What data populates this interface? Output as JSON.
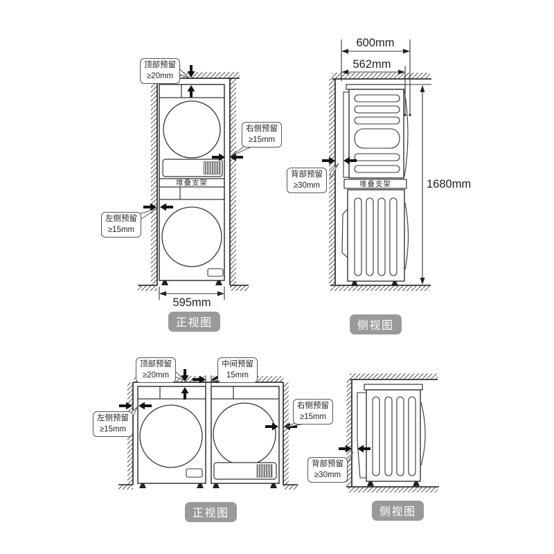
{
  "colors": {
    "line": "#333333",
    "arrow": "#111111",
    "callout_border": "#555555",
    "badge_bg": "#9a9a9b",
    "badge_text": "#ffffff"
  },
  "stacked_front": {
    "badge": "正视图",
    "bracket_label": "堆叠支架",
    "width_dim": "595mm",
    "callout_top": {
      "label": "顶部预留",
      "value": "≥20mm"
    },
    "callout_right": {
      "label": "右侧预留",
      "value": "≥15mm"
    },
    "callout_left": {
      "label": "左侧预留",
      "value": "≥15mm"
    }
  },
  "stacked_side": {
    "badge": "侧视图",
    "bracket_label": "堆叠支架",
    "depth_outer_dim": "600mm",
    "depth_body_dim": "562mm",
    "height_dim": "1680mm",
    "callout_back": {
      "label": "背部预留",
      "value": "≥30mm"
    }
  },
  "pair_front": {
    "badge": "正视图",
    "callout_top": {
      "label": "顶部预留",
      "value": "≥20mm"
    },
    "callout_middle": {
      "label": "中间预留",
      "value": "15mm"
    },
    "callout_left": {
      "label": "左侧预留",
      "value": "≥15mm"
    },
    "callout_right": {
      "label": "右侧预留",
      "value": "≥15mm"
    }
  },
  "single_side": {
    "badge": "侧视图",
    "callout_back": {
      "label": "背部预留",
      "value": "≥30mm"
    }
  }
}
